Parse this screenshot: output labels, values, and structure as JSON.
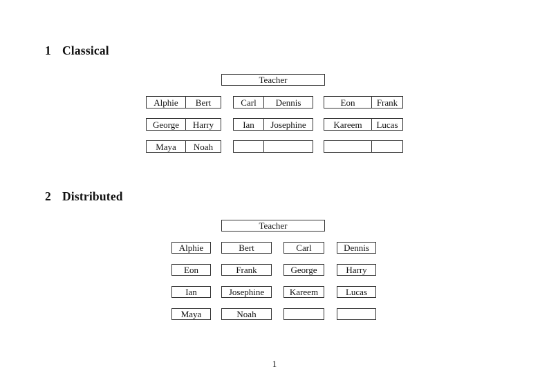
{
  "document": {
    "page_number": "1"
  },
  "classical": {
    "number": "1",
    "title": "Classical",
    "teacher": "Teacher",
    "tables": [
      [
        [
          "Alphie",
          "Bert"
        ],
        [
          "Carl",
          "Dennis"
        ],
        [
          "Eon",
          "Frank"
        ]
      ],
      [
        [
          "George",
          "Harry"
        ],
        [
          "Ian",
          "Josephine"
        ],
        [
          "Kareem",
          "Lucas"
        ]
      ],
      [
        [
          "Maya",
          "Noah"
        ],
        [
          "",
          ""
        ],
        [
          "",
          ""
        ]
      ]
    ]
  },
  "distributed": {
    "number": "2",
    "title": "Distributed",
    "teacher": "Teacher",
    "boxes": [
      [
        "Alphie",
        "Bert",
        "Carl",
        "Dennis"
      ],
      [
        "Eon",
        "Frank",
        "George",
        "Harry"
      ],
      [
        "Ian",
        "Josephine",
        "Kareem",
        "Lucas"
      ],
      [
        "Maya",
        "Noah",
        "",
        ""
      ]
    ]
  }
}
